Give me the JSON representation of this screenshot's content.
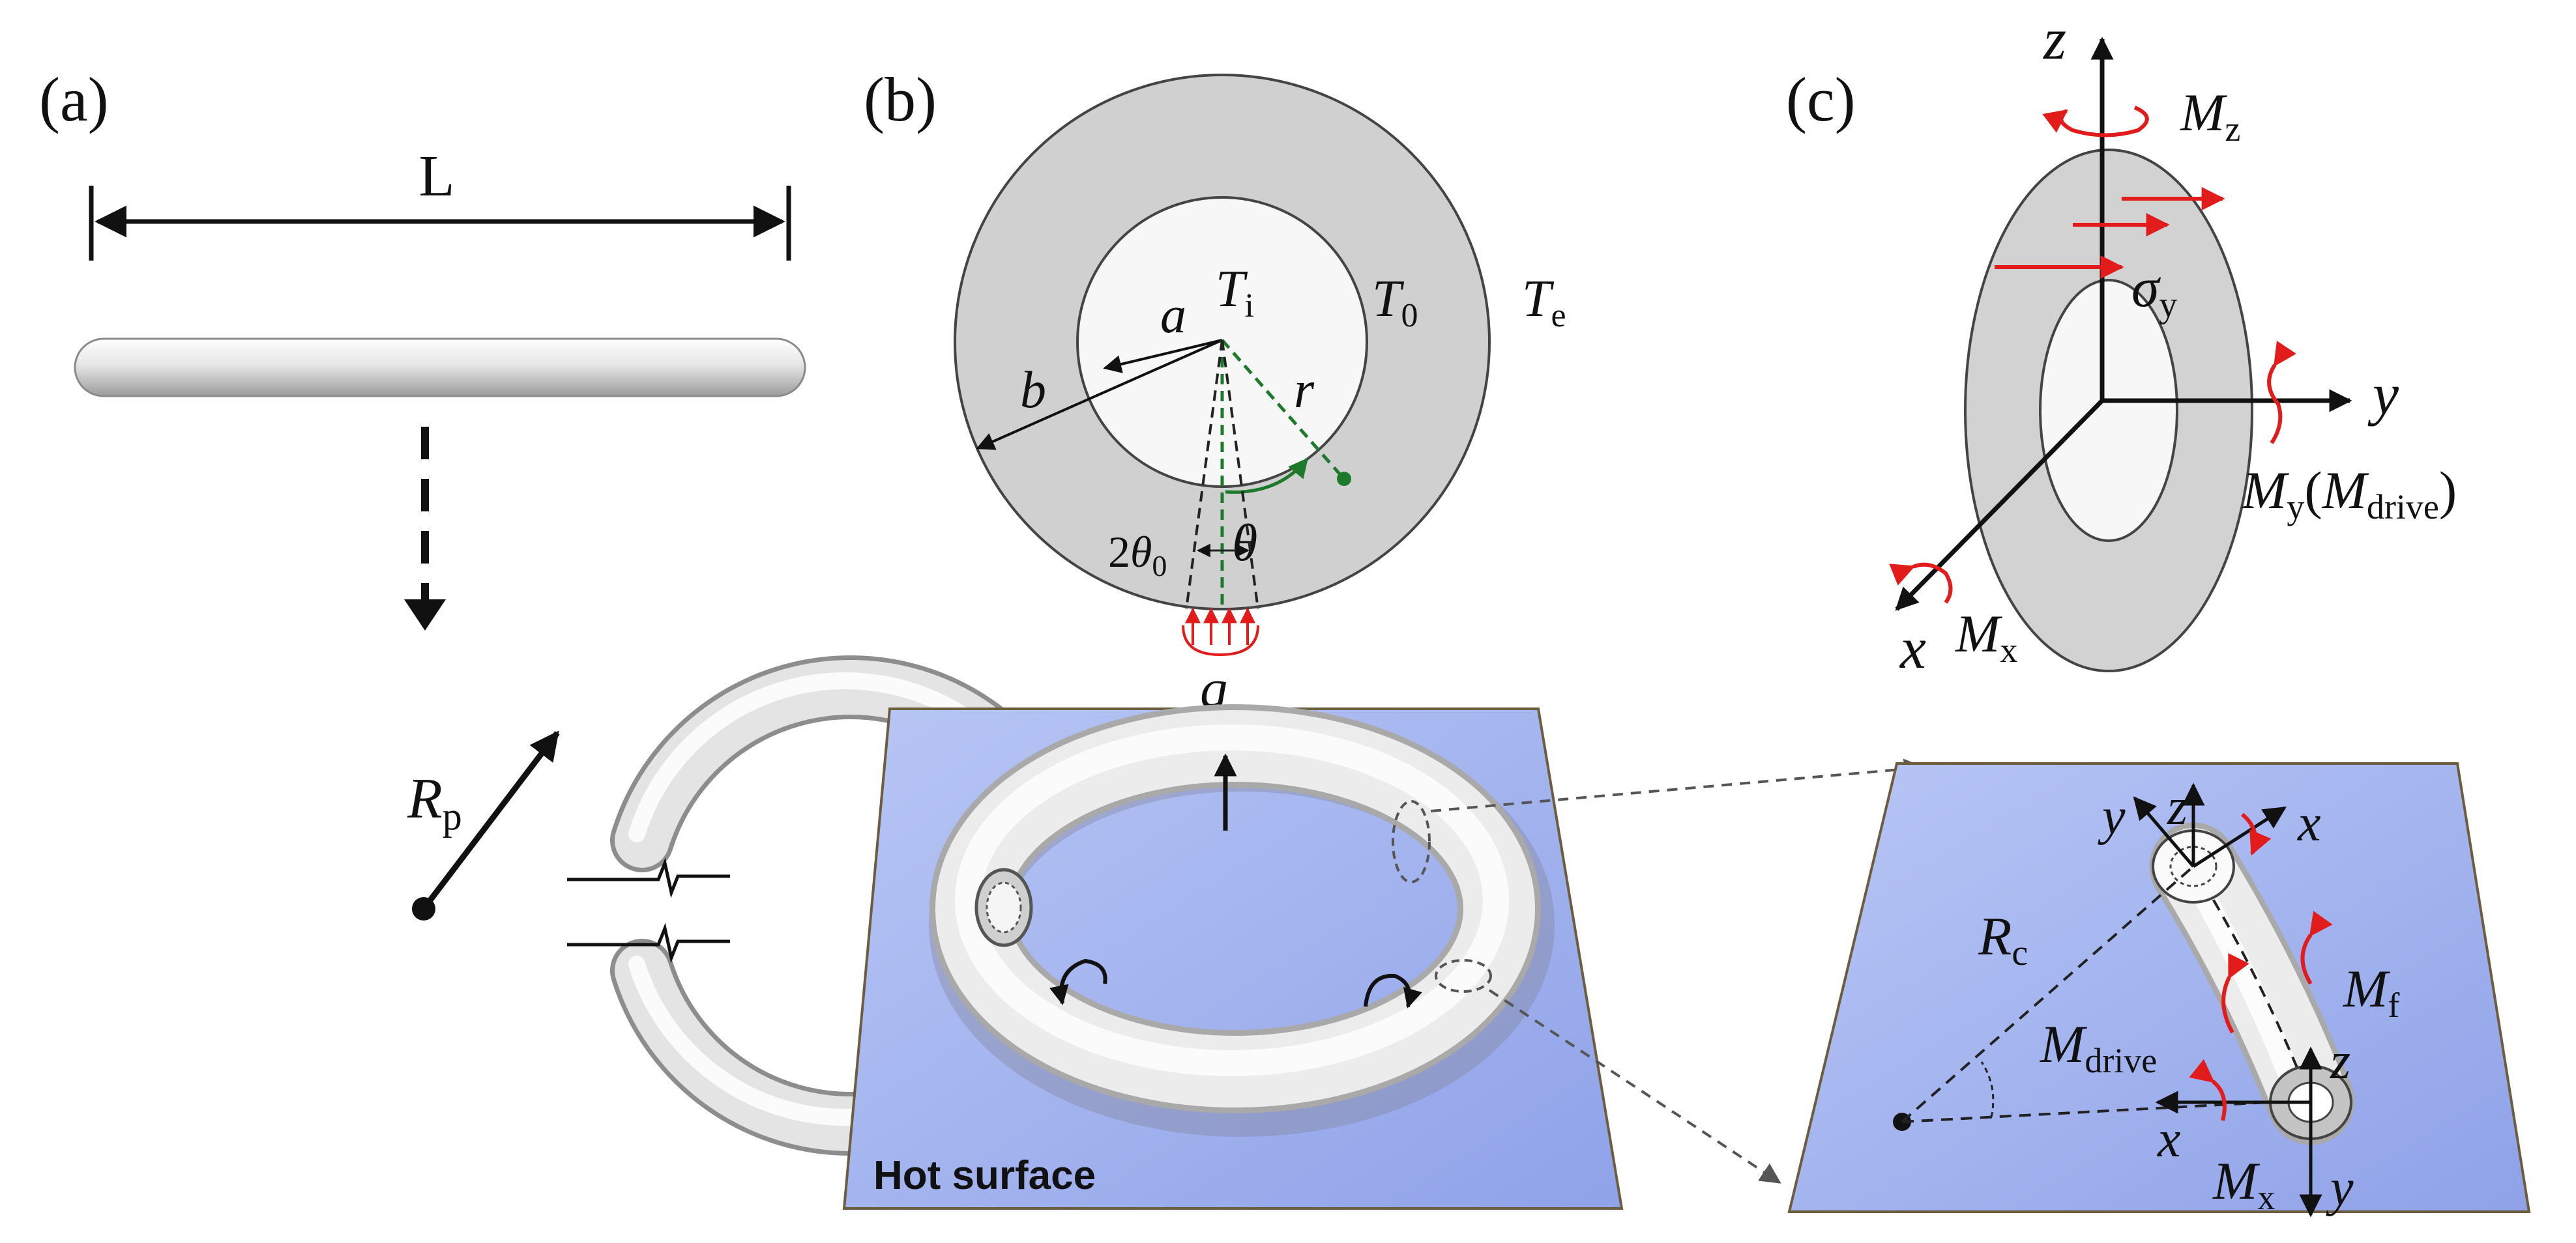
{
  "panels": {
    "a": {
      "label": "(a)",
      "length_label": "L",
      "radius_label": {
        "main": "R",
        "sub": "p"
      }
    },
    "b": {
      "label": "(b)",
      "inner_temp": {
        "main": "T",
        "sub": "i"
      },
      "wall_temp": {
        "main": "T",
        "sub": "0"
      },
      "external_temp": {
        "main": "T",
        "sub": "e"
      },
      "inner_radius": "a",
      "outer_radius": "b",
      "radial_coord": "r",
      "angle": "θ",
      "half_angle": {
        "prefix": "2",
        "main": "θ",
        "sub": "0"
      },
      "heat_flux": "q",
      "surface_label": "Hot surface"
    },
    "c": {
      "label": "(c)",
      "axis_z": "z",
      "axis_y": "y",
      "axis_x": "x",
      "moment_z": {
        "main": "M",
        "sub": "z"
      },
      "moment_y": {
        "main": "M",
        "sub": "y",
        "paren": "(",
        "main2": "M",
        "sub2": "drive",
        "close": ")"
      },
      "moment_x": {
        "main": "M",
        "sub": "x"
      },
      "stress": {
        "main": "σ",
        "sub": "y"
      }
    },
    "d": {
      "axis_z_top": "z",
      "axis_y_top": "y",
      "axis_x_top": "x",
      "axis_z_bottom": "z",
      "axis_x_bottom": "x",
      "axis_y_bottom": "y",
      "ring_radius": {
        "main": "R",
        "sub": "c"
      },
      "moment_f": {
        "main": "M",
        "sub": "f"
      },
      "moment_drive": {
        "main": "M",
        "sub": "drive"
      },
      "moment_x": {
        "main": "M",
        "sub": "x"
      }
    }
  },
  "colors": {
    "surface": "#a9b8f0",
    "tube": "#e8e8e8",
    "wall": "#d0d0d0",
    "accent": "#e21b1b",
    "dashed_green": "#1d7a2a"
  }
}
